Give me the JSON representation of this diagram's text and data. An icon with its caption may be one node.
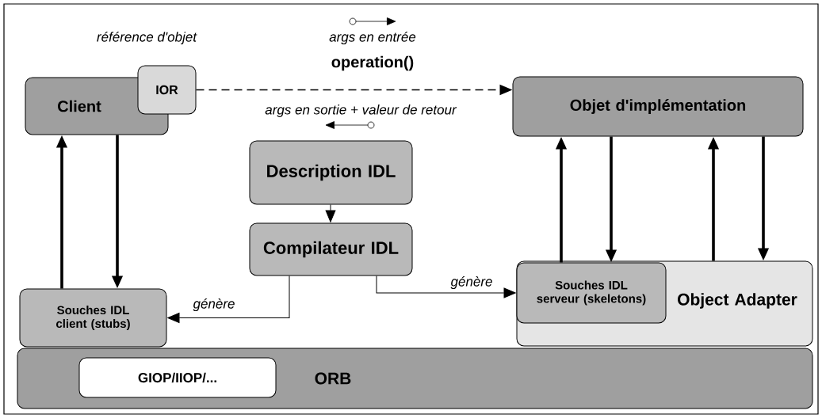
{
  "diagram": {
    "nodes": [
      {
        "text": [
          "Client"
        ]
      },
      {
        "text": [
          "IOR"
        ],
        "beside": [
          "référence d'objet"
        ]
      },
      {
        "text": [
          "Objet d'implémentation"
        ]
      },
      {
        "text": [
          "Description IDL"
        ]
      },
      {
        "text": [
          "Compilateur IDL"
        ]
      },
      {
        "text": [
          "Souches IDL client (stubs)"
        ]
      },
      {
        "text": [
          "Object Adapter"
        ]
      },
      {
        "text": [
          "Souches IDL serveur (skeletons)"
        ],
        "in": 6
      },
      {
        "text": [
          "ORB"
        ]
      },
      {
        "text": [
          "GIOP/IIOP/..."
        ],
        "in": 8
      }
    ],
    "edges": [
      {
        "from": 1,
        "to": 2,
        "arrow": "to",
        "style": "dashed",
        "label": "operation()"
      },
      {
        "from": 5,
        "to": 0,
        "arrow": "to"
      },
      {
        "from": 0,
        "to": 5,
        "arrow": "to"
      },
      {
        "from": 3,
        "to": 4,
        "arrow": "to"
      },
      {
        "from": 4,
        "to": 5,
        "arrow": "to",
        "label": "génère"
      },
      {
        "from": 4,
        "to": 7,
        "arrow": "to",
        "label": "génère"
      },
      {
        "from": 7,
        "to": 2,
        "arrow": "to"
      },
      {
        "from": 2,
        "to": 7,
        "arrow": "to"
      },
      {
        "from": 6,
        "to": 2,
        "arrow": "to"
      },
      {
        "from": 2,
        "to": 6,
        "arrow": "to"
      }
    ],
    "labels": [
      "args en entrée",
      "args en sortie + valeur de retour"
    ]
  }
}
